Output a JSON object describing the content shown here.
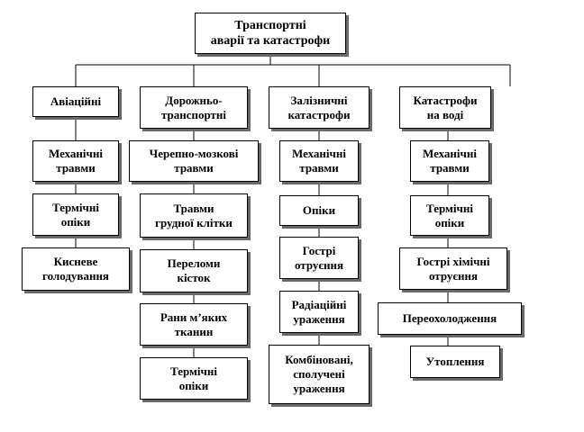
{
  "diagram": {
    "root": "Транспортні\nаварії та катастрофи",
    "columns": [
      {
        "category": "Авіаційні",
        "items": [
          "Механічні\nтравми",
          "Термічні\nопіки",
          "Кисневе\nголодування"
        ]
      },
      {
        "category": "Дорожньо-\nтранспортні",
        "items": [
          "Черепно-мозкові\nтравми",
          "Травми\nгрудної клітки",
          "Переломи\nкісток",
          "Рани м’яких\nтканин",
          "Термічні\nопіки"
        ]
      },
      {
        "category": "Залізничні\nкатастрофи",
        "items": [
          "Механічні\nтравми",
          "Опіки",
          "Гострі\nотруєння",
          "Радіаційні\nураження",
          "Комбіновані,\nсполучені\nураження"
        ]
      },
      {
        "category": "Катастрофи\nна воді",
        "items": [
          "Механічні\nтравми",
          "Термічні\nопіки",
          "Гострі хімічні\nотруєння",
          "Переохолодження",
          "Утоплення"
        ]
      }
    ]
  }
}
